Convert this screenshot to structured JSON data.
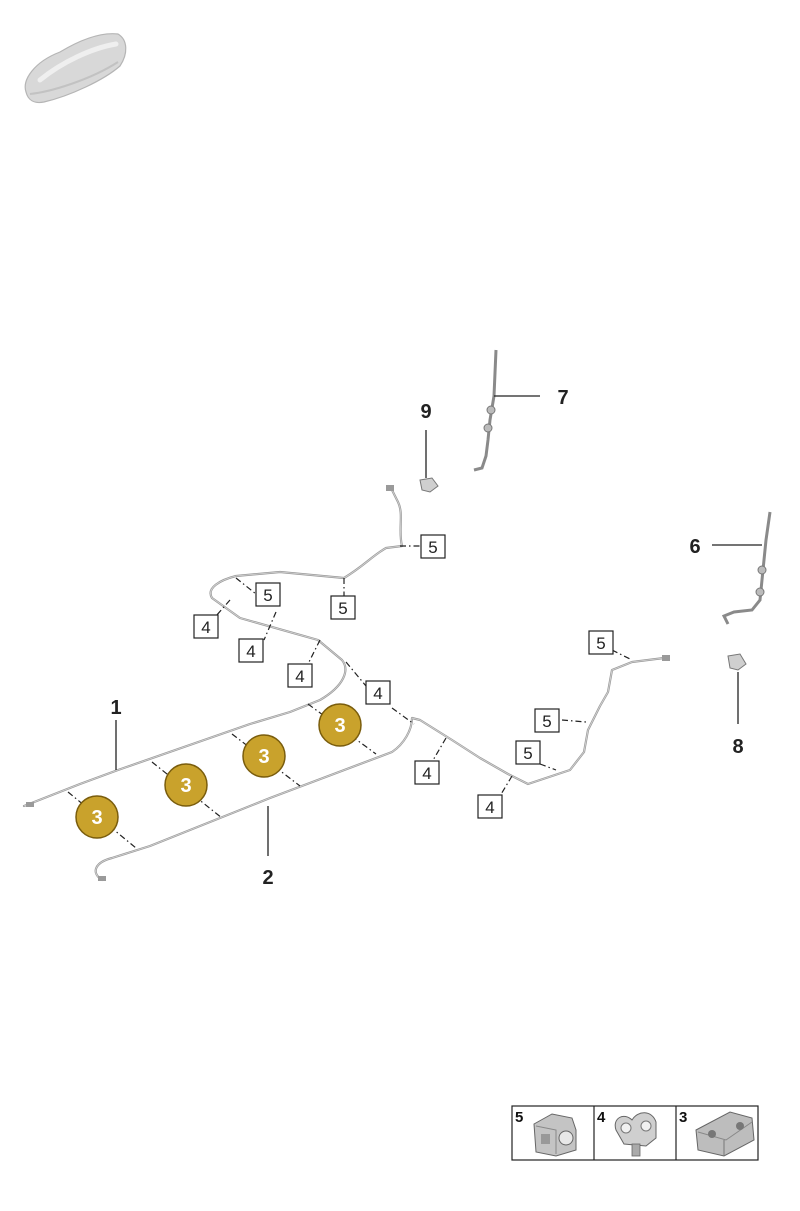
{
  "diagram": {
    "part_labels": [
      "1",
      "2",
      "6",
      "7",
      "8",
      "9"
    ],
    "clip_labels": {
      "grommet": "3",
      "double_clip": "4",
      "single_clip": "5"
    },
    "legend": [
      {
        "number": "5",
        "icon": "single-pipe-clip-icon"
      },
      {
        "number": "4",
        "icon": "double-pipe-clip-icon"
      },
      {
        "number": "3",
        "icon": "grommet-clip-icon"
      }
    ],
    "colors": {
      "grommet_fill": "#c9a22c",
      "grommet_stroke": "#7a5d0d",
      "pipe": "#9a9a9a",
      "car_body": "#d8d8d8"
    },
    "icons": [
      "car-silhouette-icon",
      "sensor-cable-icon",
      "clip-bracket-icon"
    ]
  }
}
